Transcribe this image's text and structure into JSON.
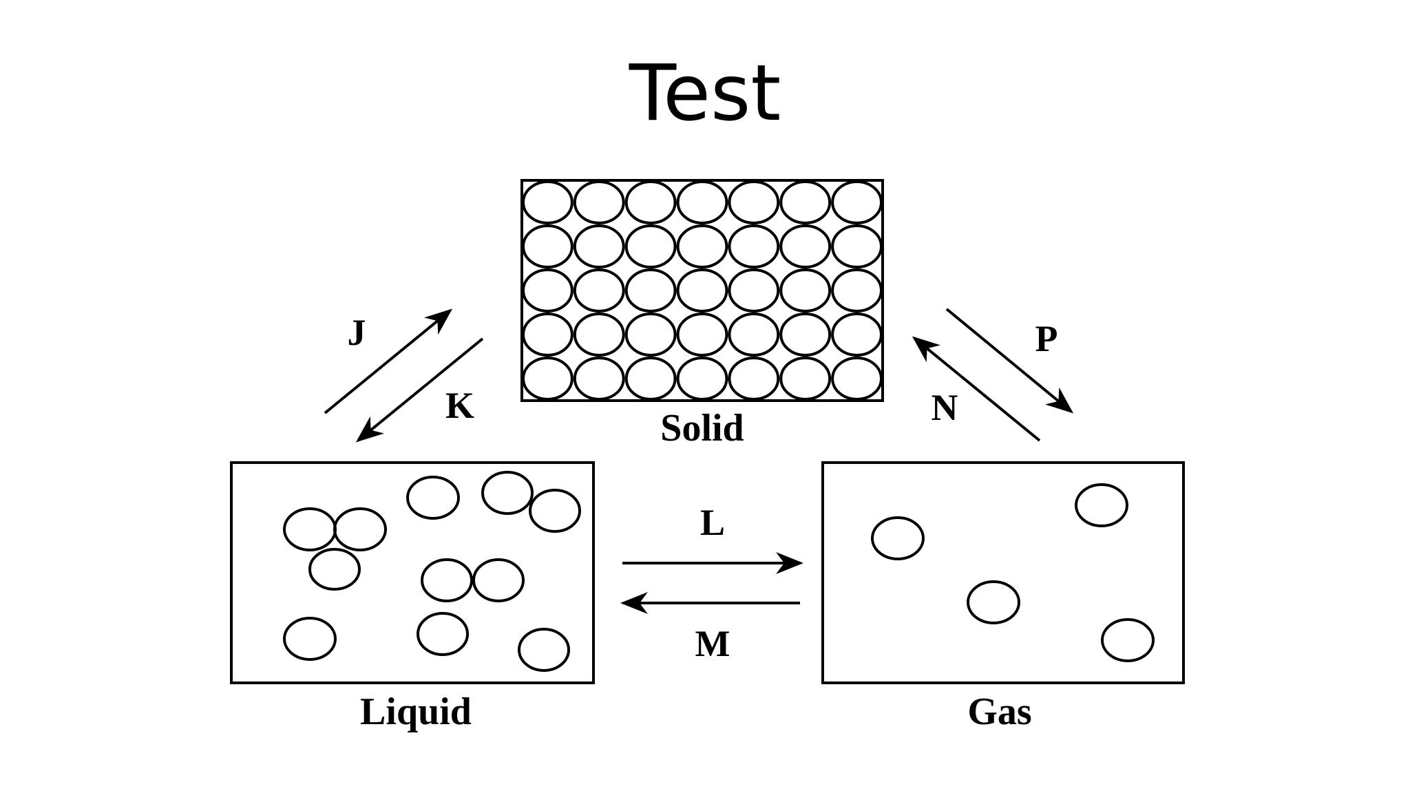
{
  "slide": {
    "title": "Test"
  },
  "diagram": {
    "states": {
      "solid": {
        "label": "Solid"
      },
      "liquid": {
        "label": "Liquid"
      },
      "gas": {
        "label": "Gas"
      }
    },
    "transitions": {
      "J": {
        "label": "J",
        "from": "Liquid",
        "to": "Solid"
      },
      "K": {
        "label": "K",
        "from": "Solid",
        "to": "Liquid"
      },
      "L": {
        "label": "L",
        "from": "Liquid",
        "to": "Gas"
      },
      "M": {
        "label": "M",
        "from": "Gas",
        "to": "Liquid"
      },
      "N": {
        "label": "N",
        "from": "Gas",
        "to": "Solid"
      },
      "P": {
        "label": "P",
        "from": "Solid",
        "to": "Gas"
      }
    },
    "stroke_color": "#000000"
  }
}
